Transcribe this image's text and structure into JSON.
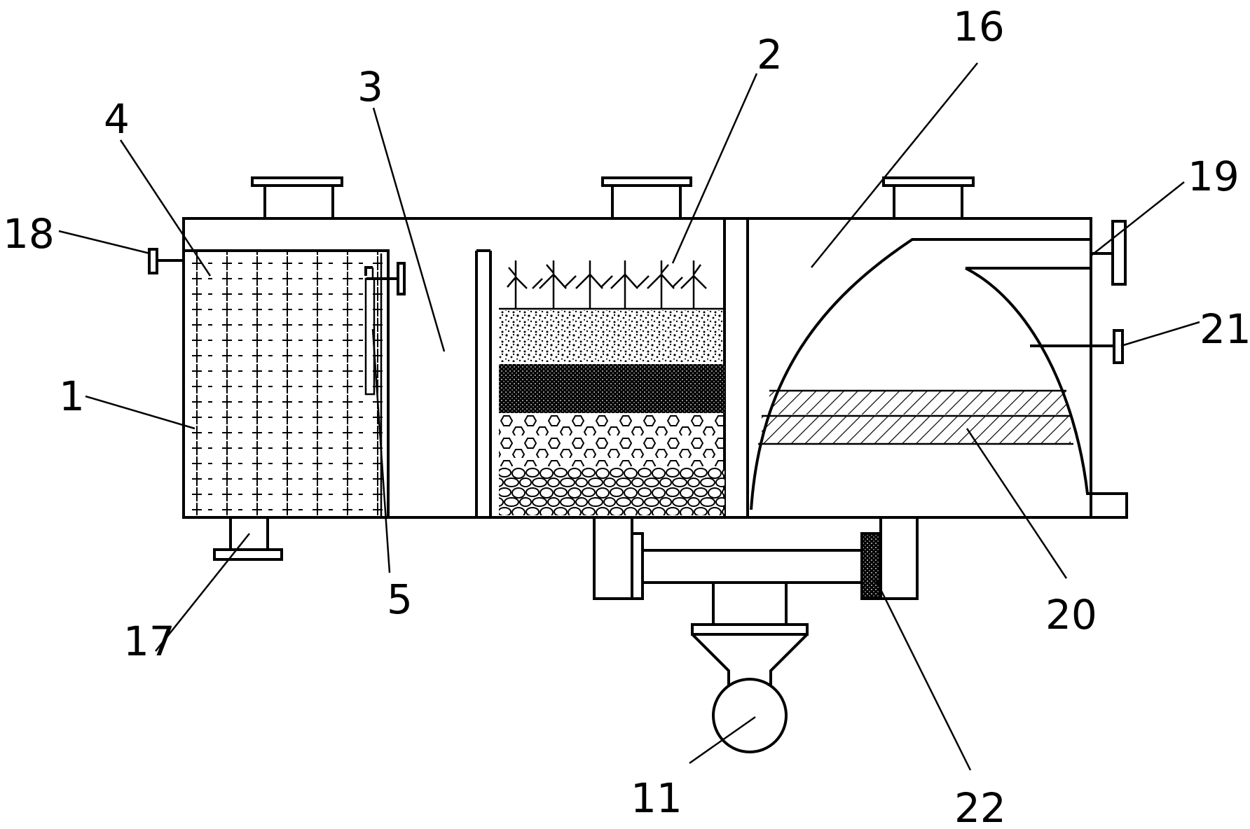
{
  "labels": {
    "l1": "1",
    "l2": "2",
    "l3": "3",
    "l4": "4",
    "l5": "5",
    "l11": "11",
    "l16": "16",
    "l17": "17",
    "l18": "18",
    "l19": "19",
    "l20": "20",
    "l21": "21",
    "l22": "22"
  }
}
